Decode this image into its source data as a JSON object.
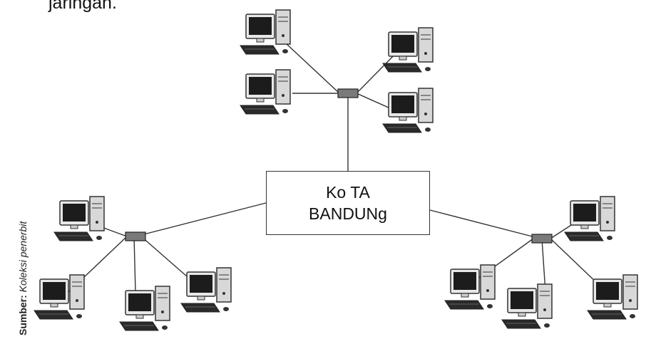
{
  "diagram": {
    "top_caption": "jaringan.",
    "center_node": {
      "line1": "Ko TA",
      "line2": "BANDUNg"
    },
    "source": {
      "label": "Sumber:",
      "value": "Koleksi penerbit"
    },
    "icons": {
      "computer": "desktop-computer-icon",
      "hub": "network-hub-icon"
    },
    "colors": {
      "line": "#333333",
      "hub": "#7a7a7a",
      "monitor_screen": "#1c1c1c"
    }
  }
}
